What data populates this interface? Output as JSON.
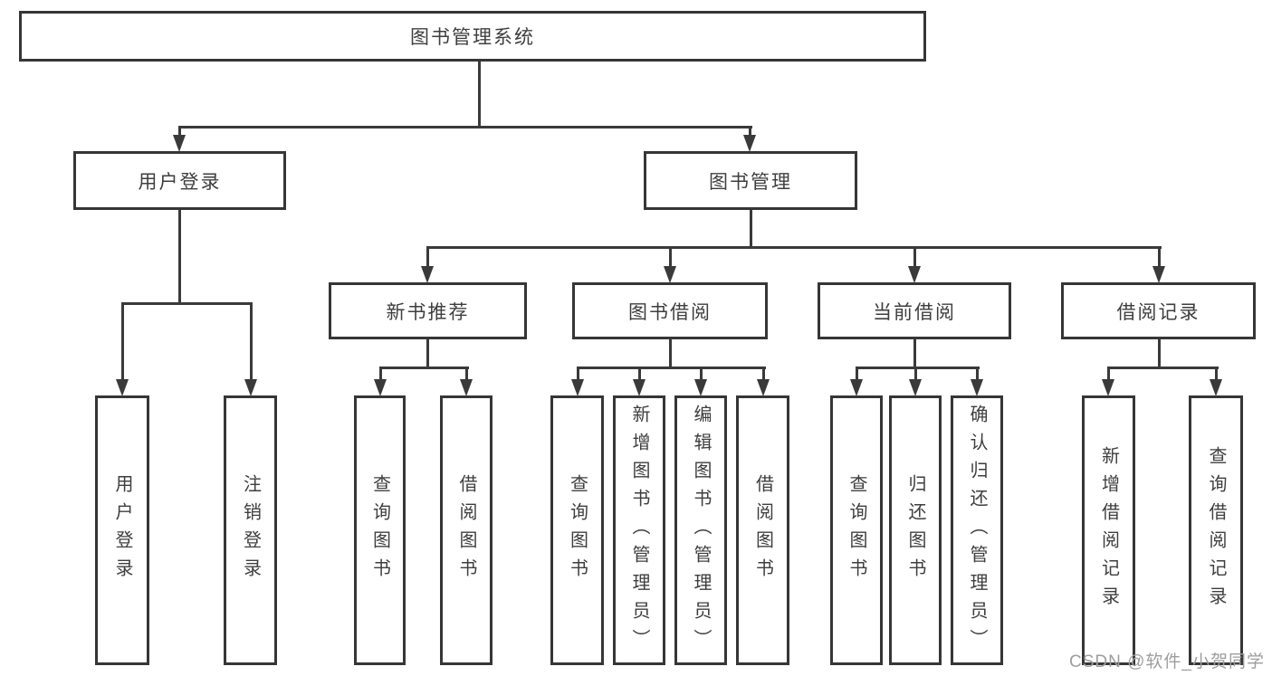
{
  "diagram": {
    "title": "图书管理系统",
    "root": {
      "label": "图书管理系统"
    },
    "level2": [
      {
        "label": "用户登录"
      },
      {
        "label": "图书管理"
      }
    ],
    "level3": [
      {
        "label": "新书推荐"
      },
      {
        "label": "图书借阅"
      },
      {
        "label": "当前借阅"
      },
      {
        "label": "借阅记录"
      }
    ],
    "leaves": {
      "user_login": [
        {
          "label": "用户登录"
        },
        {
          "label": "注销登录"
        }
      ],
      "new_book": [
        {
          "label": "查询图书"
        },
        {
          "label": "借阅图书"
        }
      ],
      "book_borrow": [
        {
          "label": "查询图书"
        },
        {
          "label": "新增图书（管理员）"
        },
        {
          "label": "编辑图书（管理员）"
        },
        {
          "label": "借阅图书"
        }
      ],
      "current_borrow": [
        {
          "label": "查询图书"
        },
        {
          "label": "归还图书"
        },
        {
          "label": "确认归还（管理员）"
        }
      ],
      "borrow_record": [
        {
          "label": "新增借阅记录"
        },
        {
          "label": "查询借阅记录"
        }
      ]
    }
  },
  "watermark": {
    "text": "CSDN @软件_小贺同学"
  },
  "colors": {
    "line": "#3a3a3a",
    "box_border": "#363636",
    "text": "#3e3e3e",
    "watermark": "#9d9d9d",
    "background": "#ffffff"
  }
}
